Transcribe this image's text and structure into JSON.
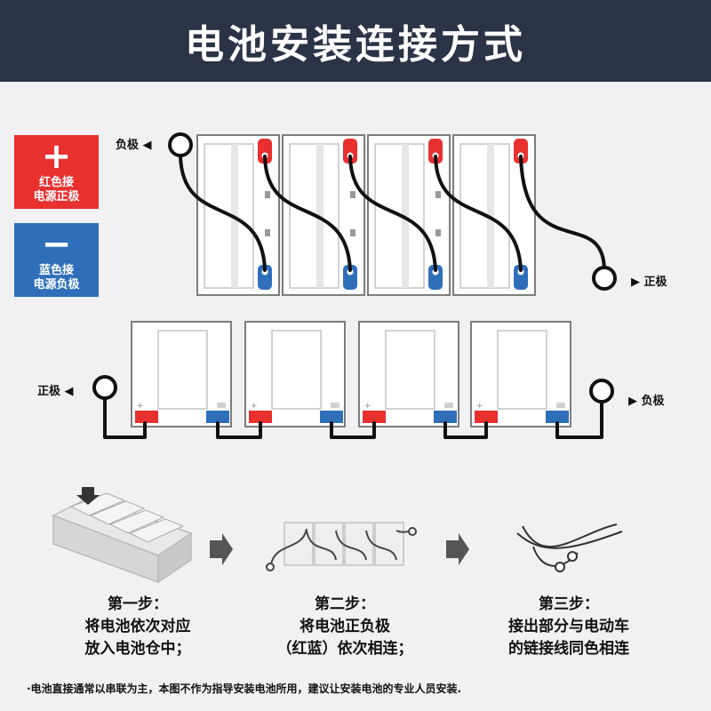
{
  "header": {
    "title": "电池安装连接方式"
  },
  "legend": {
    "positive": {
      "symbol": "+",
      "text_line1": "红色接",
      "text_line2": "电源正极",
      "color": "#e8302f"
    },
    "negative": {
      "symbol": "−",
      "text_line1": "蓝色接",
      "text_line2": "电源负极",
      "color": "#2f6fba"
    }
  },
  "top_row": {
    "left_label": "负极",
    "right_label": "正极"
  },
  "bottom_row": {
    "left_label": "正极",
    "right_label": "负极"
  },
  "steps": [
    {
      "title": "第一步：",
      "line1": "将电池依次对应",
      "line2": "放入电池仓中；"
    },
    {
      "title": "第二步：",
      "line1": "将电池正负极",
      "line2": "（红蓝）依次相连；"
    },
    {
      "title": "第三步：",
      "line1": "接出部分与电动车",
      "line2": "的链接线同色相连"
    }
  ],
  "footnote": "·电池直接通常以串联为主，本图不作为指导安装电池所用，建议让安装电池的专业人员安装.",
  "colors": {
    "header_bg": "#2b3446",
    "red": "#e8302f",
    "blue": "#2f6fba"
  }
}
